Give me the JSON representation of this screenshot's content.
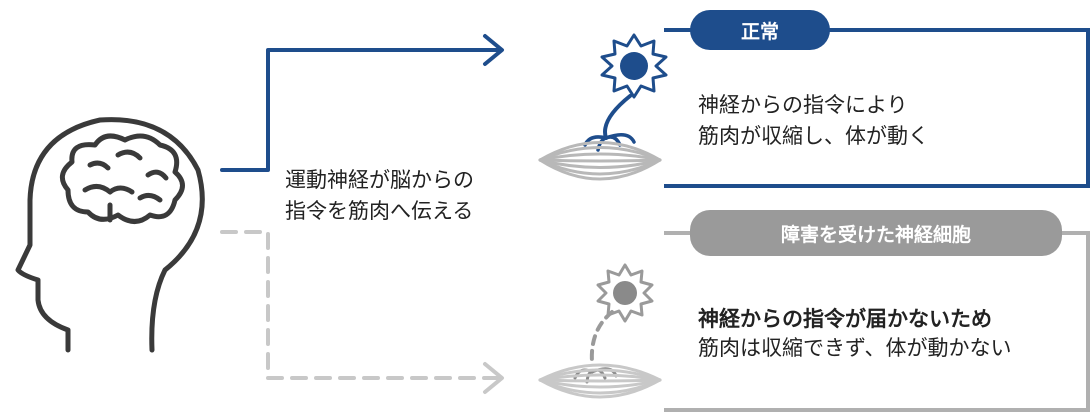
{
  "colors": {
    "normal_accent": "#1e4d8c",
    "damaged_accent": "#9a9a9a",
    "damaged_light": "#c8c8c8",
    "icon_dark": "#3a3a3a",
    "text": "#222222"
  },
  "center_caption": {
    "line1": "運動神経が脳からの",
    "line2": "指令を筋肉へ伝える"
  },
  "normal": {
    "badge": "正常",
    "desc_line1": "神経からの指令により",
    "desc_line2": "筋肉が収縮し、体が動く"
  },
  "damaged": {
    "badge": "障害を受けた神経細胞",
    "title": "神経からの指令が届かないため",
    "desc": "筋肉は収縮できず、体が動かない"
  },
  "icons": {
    "head": "head-brain-icon",
    "neuron_normal": "neuron-icon",
    "neuron_damaged": "damaged-neuron-icon",
    "muscle": "muscle-icon"
  }
}
